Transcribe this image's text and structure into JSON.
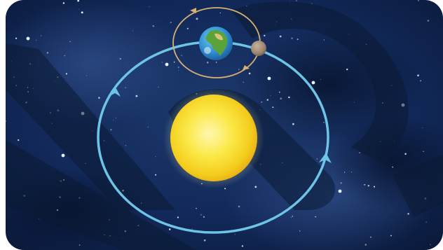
{
  "diagram": {
    "bodies": [
      {
        "name": "sun",
        "color": "#f6e23a"
      },
      {
        "name": "earth",
        "color": "#2f8fd0"
      },
      {
        "name": "moon",
        "color": "#9a8470"
      }
    ],
    "orbits": [
      {
        "name": "earth-orbit-around-sun",
        "color": "#6ec4e6",
        "direction": "counter-clockwise"
      },
      {
        "name": "moon-orbit-around-earth",
        "color": "#d8b070",
        "direction": "counter-clockwise"
      }
    ],
    "background": {
      "color": "#0e2147"
    },
    "watermark": {
      "color": "#0b1a33",
      "opacity": 0.55
    }
  }
}
